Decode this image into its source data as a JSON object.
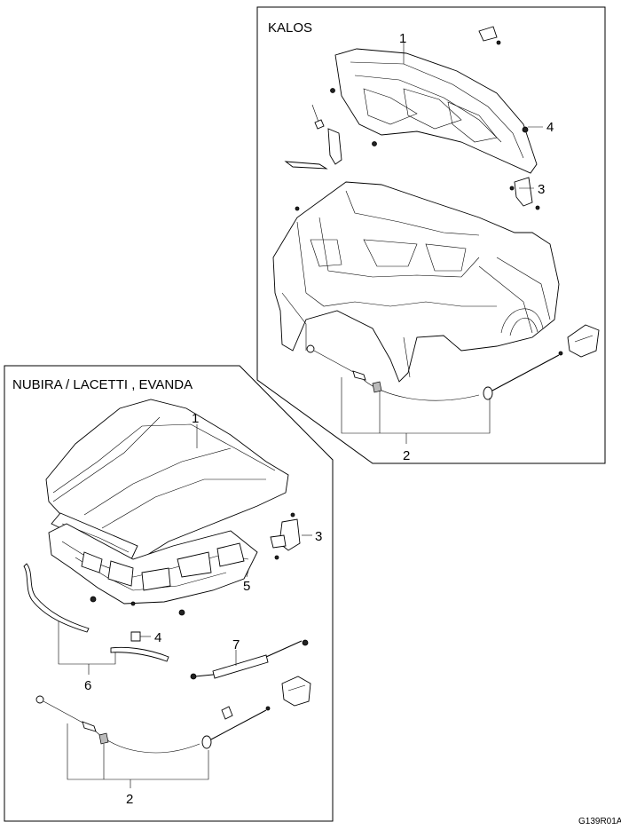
{
  "panels": {
    "kalos": {
      "title": "KALOS"
    },
    "nubira": {
      "title": "NUBIRA / LACETTI , EVANDA"
    }
  },
  "callouts": {
    "kalos": [
      "1",
      "2",
      "3",
      "4"
    ],
    "nubira": [
      "1",
      "2",
      "3",
      "4",
      "5",
      "6",
      "7"
    ]
  },
  "figure_code": "G139R01A"
}
